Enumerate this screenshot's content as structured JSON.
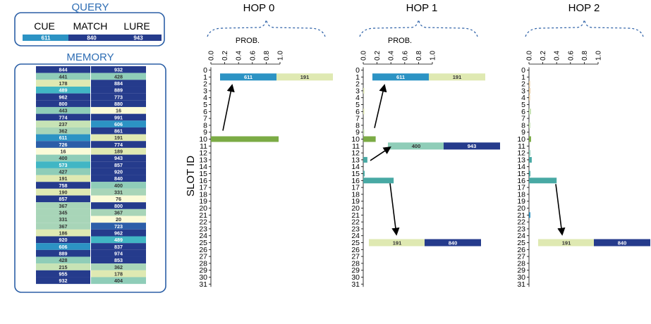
{
  "colors": {
    "frame": "#2b5fa6",
    "title_blue": "#2e6db4",
    "cue": "#2c93c4",
    "match": "#253b8c",
    "lure": "#253b8c",
    "hop0_bar": "#7bab45",
    "teal": "#48a9a4"
  },
  "query": {
    "title": "QUERY",
    "headers": [
      "CUE",
      "MATCH",
      "LURE"
    ],
    "values": [
      "611",
      "840",
      "943"
    ],
    "value_colors": [
      "#2c93c4",
      "#253b8c",
      "#253b8c"
    ]
  },
  "memory": {
    "title": "MEMORY",
    "rows": [
      {
        "a": "844",
        "ac": "#253b8c",
        "b": "932",
        "bc": "#253b8c"
      },
      {
        "a": "441",
        "ac": "#8fcdb8",
        "b": "428",
        "bc": "#8fcdb8"
      },
      {
        "a": "178",
        "ac": "#dfe9b2",
        "b": "884",
        "bc": "#253b8c"
      },
      {
        "a": "489",
        "ac": "#41b6c4",
        "b": "889",
        "bc": "#253b8c"
      },
      {
        "a": "962",
        "ac": "#253b8c",
        "b": "773",
        "bc": "#253b8c"
      },
      {
        "a": "800",
        "ac": "#253b8c",
        "b": "880",
        "bc": "#253b8c"
      },
      {
        "a": "443",
        "ac": "#8fcdb8",
        "b": "16",
        "bc": "#fbfbd8"
      },
      {
        "a": "774",
        "ac": "#253b8c",
        "b": "991",
        "bc": "#253b8c"
      },
      {
        "a": "237",
        "ac": "#c7e3b5",
        "b": "606",
        "bc": "#2c93c4"
      },
      {
        "a": "362",
        "ac": "#a8d5b8",
        "b": "861",
        "bc": "#253b8c"
      },
      {
        "a": "611",
        "ac": "#2c93c4",
        "b": "191",
        "bc": "#dfe9b2"
      },
      {
        "a": "726",
        "ac": "#2c5ea8",
        "b": "774",
        "bc": "#253b8c"
      },
      {
        "a": "16",
        "ac": "#fbfbd8",
        "b": "189",
        "bc": "#dfe9b2"
      },
      {
        "a": "400",
        "ac": "#8fcdb8",
        "b": "943",
        "bc": "#253b8c"
      },
      {
        "a": "573",
        "ac": "#41b6c4",
        "b": "857",
        "bc": "#253b8c"
      },
      {
        "a": "427",
        "ac": "#8fcdb8",
        "b": "920",
        "bc": "#253b8c"
      },
      {
        "a": "191",
        "ac": "#dfe9b2",
        "b": "840",
        "bc": "#253b8c"
      },
      {
        "a": "758",
        "ac": "#253b8c",
        "b": "400",
        "bc": "#8fcdb8"
      },
      {
        "a": "190",
        "ac": "#dfe9b2",
        "b": "331",
        "bc": "#a8d5b8"
      },
      {
        "a": "857",
        "ac": "#253b8c",
        "b": "76",
        "bc": "#fbfbd8"
      },
      {
        "a": "367",
        "ac": "#a8d5b8",
        "b": "800",
        "bc": "#253b8c"
      },
      {
        "a": "345",
        "ac": "#a8d5b8",
        "b": "367",
        "bc": "#a8d5b8"
      },
      {
        "a": "331",
        "ac": "#a8d5b8",
        "b": "20",
        "bc": "#fbfbd8"
      },
      {
        "a": "367",
        "ac": "#a8d5b8",
        "b": "723",
        "bc": "#2c5ea8"
      },
      {
        "a": "186",
        "ac": "#dfe9b2",
        "b": "962",
        "bc": "#253b8c"
      },
      {
        "a": "920",
        "ac": "#253b8c",
        "b": "489",
        "bc": "#41b6c4"
      },
      {
        "a": "606",
        "ac": "#2c93c4",
        "b": "837",
        "bc": "#253b8c"
      },
      {
        "a": "889",
        "ac": "#253b8c",
        "b": "974",
        "bc": "#253b8c"
      },
      {
        "a": "428",
        "ac": "#8fcdb8",
        "b": "853",
        "bc": "#253b8c"
      },
      {
        "a": "215",
        "ac": "#c7e3b5",
        "b": "362",
        "bc": "#a8d5b8"
      },
      {
        "a": "955",
        "ac": "#253b8c",
        "b": "178",
        "bc": "#dfe9b2"
      },
      {
        "a": "932",
        "ac": "#253b8c",
        "b": "404",
        "bc": "#8fcdb8"
      }
    ]
  },
  "y_axis_label": "SLOT ID",
  "chart_data": [
    {
      "type": "bar",
      "title": "HOP 0",
      "xlabel": "PROB.",
      "xlim": [
        0,
        1.0
      ],
      "x_ticks": [
        "0.0",
        "0.2",
        "0.4",
        "0.6",
        "0.8",
        "1.0"
      ],
      "slots": [
        "0",
        "1",
        "2",
        "3",
        "4",
        "5",
        "6",
        "7",
        "8",
        "9",
        "10",
        "11",
        "12",
        "13",
        "14",
        "15",
        "16",
        "17",
        "18",
        "19",
        "20",
        "21",
        "22",
        "23",
        "24",
        "25",
        "26",
        "27",
        "28",
        "29",
        "30",
        "31"
      ],
      "bars": [
        {
          "slot": 10,
          "value": 0.98,
          "color": "#7bab45"
        }
      ],
      "readouts": [
        {
          "slot": 1,
          "a": "611",
          "ac": "#2c93c4",
          "b": "191",
          "bc": "#dfe9b2"
        }
      ],
      "arrows": [
        {
          "from": 10,
          "to": 1
        }
      ]
    },
    {
      "type": "bar",
      "title": "HOP 1",
      "xlabel": "PROB.",
      "xlim": [
        0,
        1.0
      ],
      "x_ticks": [
        "0.0",
        "0.2",
        "0.4",
        "0.6",
        "0.8",
        "1.0"
      ],
      "slots": [
        "0",
        "1",
        "2",
        "3",
        "4",
        "5",
        "6",
        "7",
        "8",
        "9",
        "10",
        "11",
        "12",
        "13",
        "14",
        "15",
        "16",
        "17",
        "18",
        "19",
        "20",
        "21",
        "22",
        "23",
        "24",
        "25",
        "26",
        "27",
        "28",
        "29",
        "30",
        "31"
      ],
      "bars": [
        {
          "slot": 3,
          "value": 0.01,
          "color": "#dfe9b2"
        },
        {
          "slot": 6,
          "value": 0.01,
          "color": "#dfe9b2"
        },
        {
          "slot": 9,
          "value": 0.01,
          "color": "#c7e3b5"
        },
        {
          "slot": 10,
          "value": 0.18,
          "color": "#7bab45"
        },
        {
          "slot": 13,
          "value": 0.06,
          "color": "#48a9a4"
        },
        {
          "slot": 15,
          "value": 0.02,
          "color": "#48a9a4"
        },
        {
          "slot": 16,
          "value": 0.44,
          "color": "#48a9a4"
        }
      ],
      "readouts": [
        {
          "slot": 1,
          "a": "611",
          "ac": "#2c93c4",
          "b": "191",
          "bc": "#dfe9b2"
        },
        {
          "slot": 11,
          "a": "400",
          "ac": "#8fcdb8",
          "b": "943",
          "bc": "#253b8c"
        },
        {
          "slot": 25,
          "a": "191",
          "ac": "#dfe9b2",
          "b": "840",
          "bc": "#253b8c"
        }
      ],
      "arrows": [
        {
          "from": 9,
          "to": 1
        },
        {
          "from": 13,
          "to": 11
        },
        {
          "from": 16,
          "to": 25
        }
      ]
    },
    {
      "type": "bar",
      "title": "HOP 2",
      "xlabel": "",
      "xlim": [
        0,
        1.0
      ],
      "x_ticks": [
        "0.0",
        "0.2",
        "0.4",
        "0.6",
        "0.8",
        "1.0"
      ],
      "slots": [
        "0",
        "1",
        "2",
        "3",
        "4",
        "5",
        "6",
        "7",
        "8",
        "9",
        "10",
        "11",
        "12",
        "13",
        "14",
        "15",
        "16",
        "17",
        "18",
        "19",
        "20",
        "21",
        "22",
        "23",
        "24",
        "25",
        "26",
        "27",
        "28",
        "29",
        "30",
        "31"
      ],
      "bars": [
        {
          "slot": 2,
          "value": 0.01,
          "color": "#e8c89a"
        },
        {
          "slot": 3,
          "value": 0.02,
          "color": "#e8c89a"
        },
        {
          "slot": 4,
          "value": 0.01,
          "color": "#e8c89a"
        },
        {
          "slot": 6,
          "value": 0.03,
          "color": "#c7e3b5"
        },
        {
          "slot": 8,
          "value": 0.02,
          "color": "#c7e3b5"
        },
        {
          "slot": 10,
          "value": 0.03,
          "color": "#7bab45"
        },
        {
          "slot": 12,
          "value": 0.02,
          "color": "#8fcdb8"
        },
        {
          "slot": 13,
          "value": 0.04,
          "color": "#48a9a4"
        },
        {
          "slot": 15,
          "value": 0.02,
          "color": "#48a9a4"
        },
        {
          "slot": 16,
          "value": 0.4,
          "color": "#48a9a4"
        },
        {
          "slot": 21,
          "value": 0.02,
          "color": "#2c93c4"
        }
      ],
      "readouts": [
        {
          "slot": 25,
          "a": "191",
          "ac": "#dfe9b2",
          "b": "840",
          "bc": "#253b8c"
        }
      ],
      "arrows": [
        {
          "from": 16,
          "to": 25
        }
      ]
    }
  ]
}
